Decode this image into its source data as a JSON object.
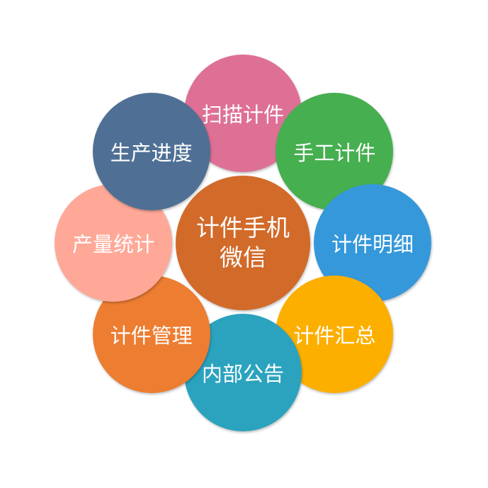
{
  "center": {
    "line1": "计件手机",
    "line2": "微信",
    "color": "#D26A2A"
  },
  "nodes": [
    {
      "label": "扫描计件",
      "color": "#DE7095"
    },
    {
      "label": "手工计件",
      "color": "#46AF50"
    },
    {
      "label": "计件明细",
      "color": "#3598DB"
    },
    {
      "label": "计件汇总",
      "color": "#FDAF00"
    },
    {
      "label": "内部公告",
      "color": "#2BA3BF"
    },
    {
      "label": "计件管理",
      "color": "#ED7D31"
    },
    {
      "label": "产量统计",
      "color": "#FFA897"
    },
    {
      "label": "生产进度",
      "color": "#4F7094"
    }
  ],
  "ring_colors": [
    "#DE7095",
    "#1ABC9C",
    "#FDAF00",
    "#2BA3BF",
    "#3598DB",
    "#ED7D31",
    "#46AF50",
    "#4F7094"
  ]
}
